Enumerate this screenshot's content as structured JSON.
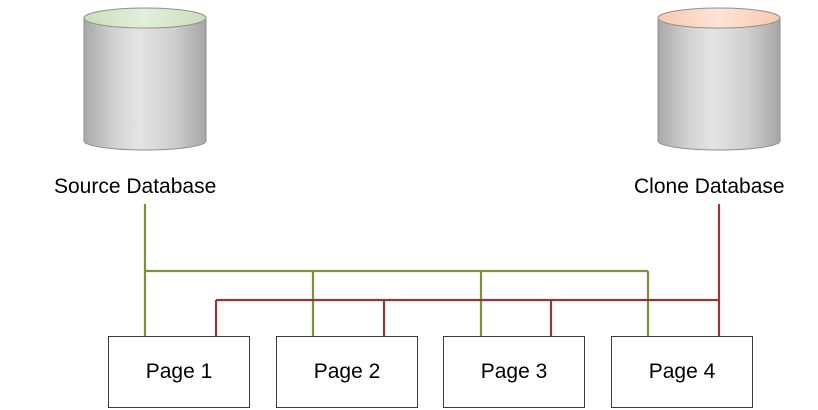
{
  "source_database": {
    "label": "Source Database",
    "top_color": "#d4e8c8",
    "line_color": "#77933c"
  },
  "clone_database": {
    "label": "Clone Database",
    "top_color": "#fbd9c6",
    "line_color": "#953735"
  },
  "pages": [
    {
      "label": "Page 1"
    },
    {
      "label": "Page 2"
    },
    {
      "label": "Page 3"
    },
    {
      "label": "Page 4"
    }
  ]
}
